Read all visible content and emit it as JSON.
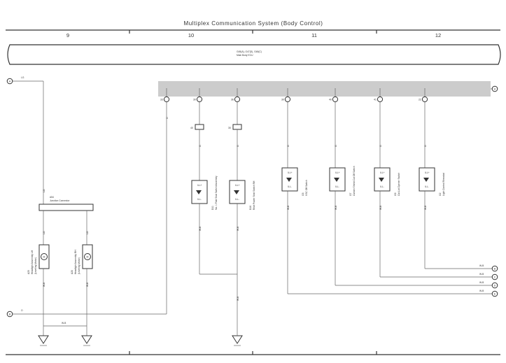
{
  "title": "Multiplex Communication System (Body Control)",
  "columns": [
    "9",
    "10",
    "11",
    "12"
  ],
  "ecu": {
    "line1": "G45(A), G47(D), G48(C)",
    "line2": "Main Body ECU"
  },
  "connector_pins": [
    "33",
    "30",
    "36",
    "30",
    "40",
    "41",
    "22"
  ],
  "connector_letters": [
    "D",
    "B",
    "B",
    "D",
    "D",
    "C",
    "C"
  ],
  "refs": {
    "A": "A",
    "B": "B",
    "C": "C",
    "D": "D",
    "E": "E",
    "lo": "LG",
    "o": "O",
    "w_b": "W-B",
    "g": "G"
  },
  "junction": {
    "id": "A54",
    "name": "Junction Connector"
  },
  "headlights": [
    {
      "id": "A29",
      "name": "Headlight Assembly LH",
      "sub": "(Leveling Motor)"
    },
    {
      "id": "A28",
      "name": "Headlight Assembly RH",
      "sub": "(Leveling Motor)"
    }
  ],
  "switches": [
    {
      "id": "D11",
      "name": "No. 1 Fold Seat Switch Assembly"
    },
    {
      "id": "D16",
      "name": "Rear Power Seat Switch RH"
    },
    {
      "id": "G5",
      "name": "VSC Off Switch"
    },
    {
      "id": "G7",
      "name": "Curtain Shield Cut Off Switch"
    },
    {
      "id": "G9",
      "name": "Cut-Lid Opener Switch"
    },
    {
      "id": "G2",
      "name": "Light Control Rheostat"
    }
  ],
  "ill_plus": "ILL+",
  "ill_minus": "ILL-",
  "ground": {
    "ids": [
      "A",
      "B",
      "C"
    ]
  }
}
